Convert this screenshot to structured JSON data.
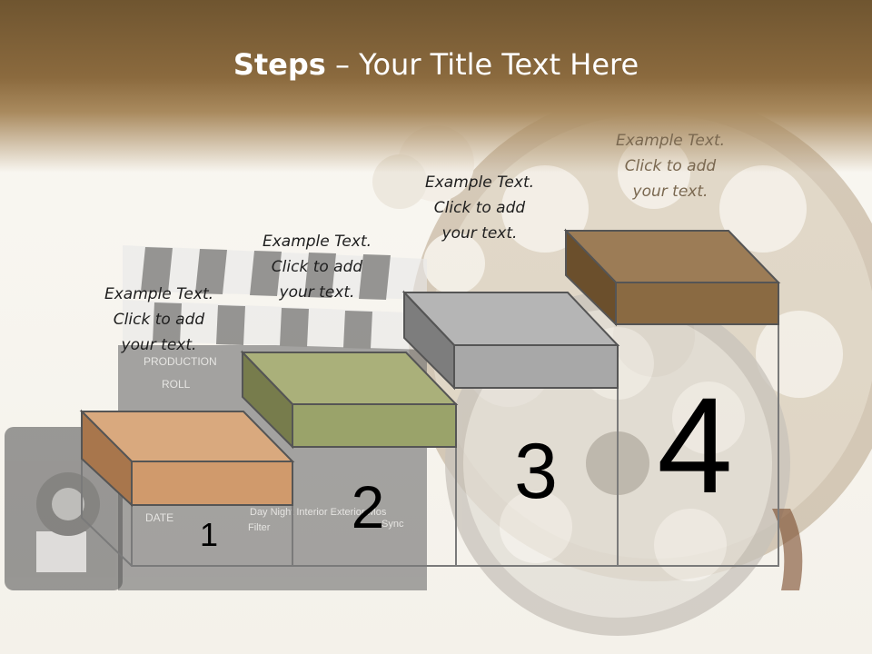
{
  "title": {
    "bold": "Steps",
    "rest": " – Your Title Text Here"
  },
  "steps": [
    {
      "number": "1",
      "lines": [
        "Example Text.",
        "Click  to add",
        "your text."
      ],
      "color": "#d09a6c"
    },
    {
      "number": "2",
      "lines": [
        "Example Text.",
        "Click  to add",
        "your text."
      ],
      "color": "#9aa36a"
    },
    {
      "number": "3",
      "lines": [
        "Example Text.",
        "Click  to add",
        "your text."
      ],
      "color": "#a8a8a8"
    },
    {
      "number": "4",
      "lines": [
        "Example Text.",
        "Click  to add",
        "your text."
      ],
      "color": "#8a6a42"
    }
  ],
  "background": {
    "clapboard": {
      "production": "PRODUCTION",
      "roll": "ROLL",
      "date": "DATE",
      "options": "Day Night Interior Exterior Mos",
      "filter": "Filter",
      "sync": "Sync"
    }
  }
}
